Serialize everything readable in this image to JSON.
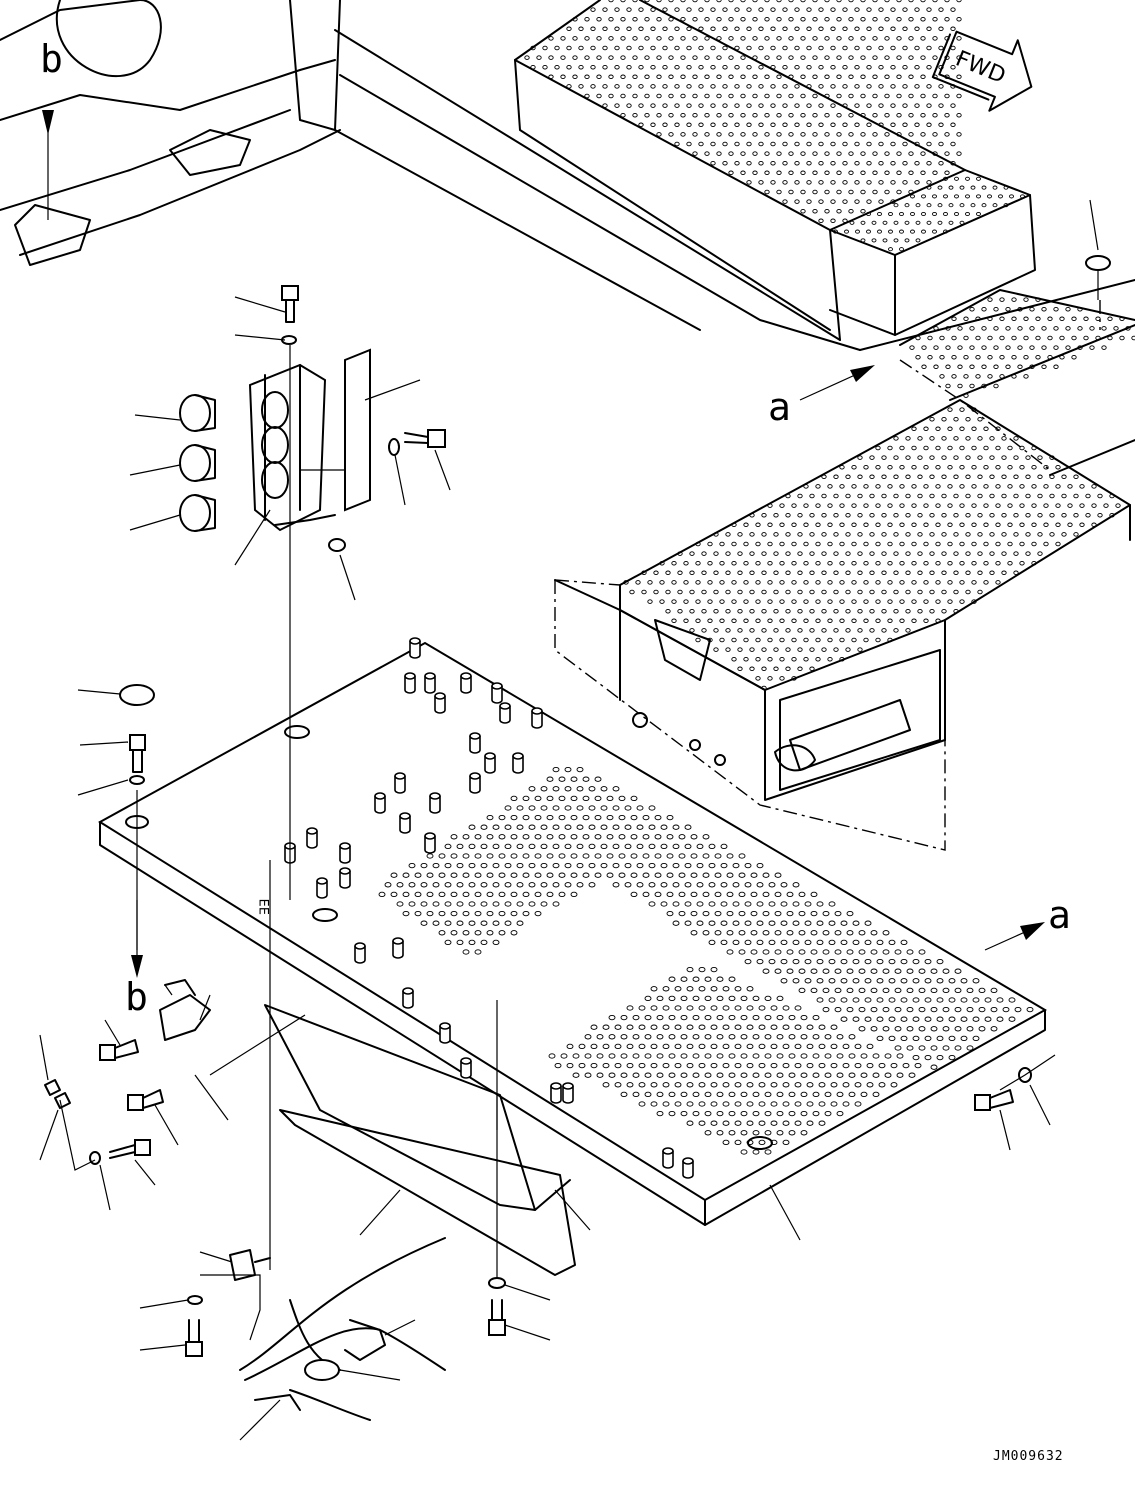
{
  "diagram": {
    "orientation_badge": {
      "text": "FWD"
    },
    "view_labels": {
      "b_top": "b",
      "b_bottom": "b",
      "a_upper": "a",
      "a_right": "a"
    },
    "drawing_code": "JM009632",
    "small_mark": "ꓱꓱ"
  }
}
